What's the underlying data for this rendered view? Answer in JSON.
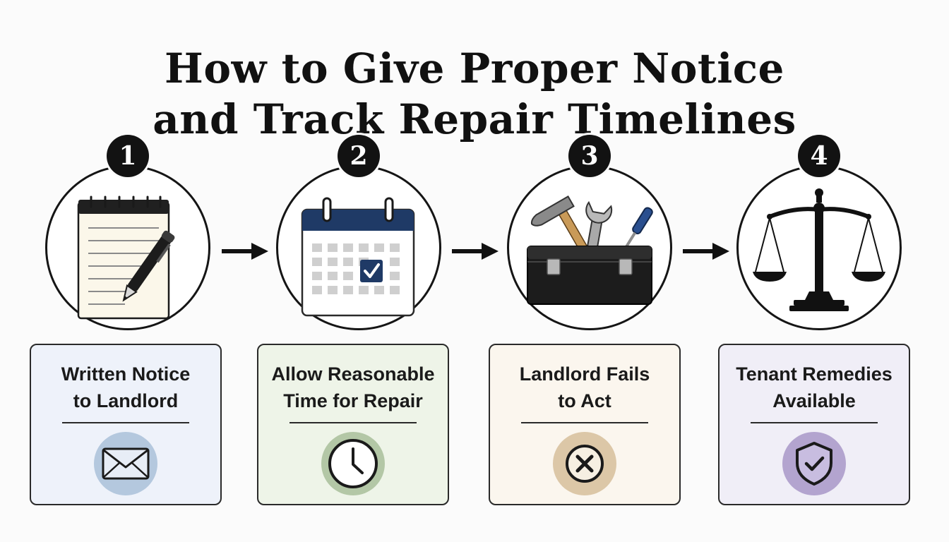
{
  "title": {
    "line1": "How to Give Proper Notice",
    "line2": "and Track Repair Timelines"
  },
  "steps": [
    {
      "number": "1",
      "icon": "notepad-pen-icon",
      "label_line1": "Written Notice",
      "label_line2": "to Landlord",
      "card_icon": "envelope-icon",
      "card_bg": "#eef2fa",
      "icon_bg": "#b4c8de"
    },
    {
      "number": "2",
      "icon": "calendar-check-icon",
      "label_line1": "Allow Reasonable",
      "label_line2": "Time for Repair",
      "card_icon": "clock-icon",
      "card_bg": "#eef4e8",
      "icon_bg": "#b3c7a6"
    },
    {
      "number": "3",
      "icon": "toolbox-icon",
      "label_line1": "Landlord Fails",
      "label_line2": "to Act",
      "card_icon": "x-circle-icon",
      "card_bg": "#fbf6ee",
      "icon_bg": "#dcc7a7"
    },
    {
      "number": "4",
      "icon": "scales-of-justice-icon",
      "label_line1": "Tenant Remedies",
      "label_line2": "Available",
      "card_icon": "shield-check-icon",
      "card_bg": "#f0eef7",
      "icon_bg": "#b3a4cf"
    }
  ],
  "colors": {
    "calendar_header": "#1f3a66",
    "check_box": "#1f3a66",
    "toolbox": "#1c1c1c",
    "outline": "#151515"
  }
}
